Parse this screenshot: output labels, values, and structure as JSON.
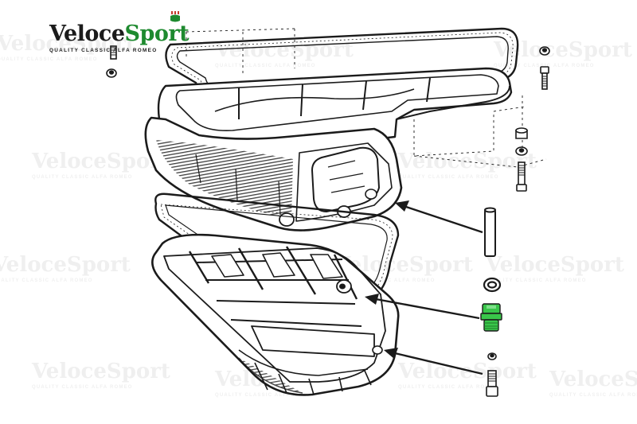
{
  "brand": {
    "name_part1": "Veloce",
    "name_part2": "Sport",
    "tagline": "QUALITY CLASSIC ALFA ROMEO"
  },
  "watermark": {
    "name": "VeloceSport",
    "tagline": "QUALITY CLASSIC ALFA ROMEO"
  },
  "colors": {
    "line": "#1b1b1b",
    "brand_green": "#1e8a2f",
    "highlight_part": "#39c64a",
    "background": "#ffffff"
  },
  "parts": [
    {
      "id": "bolt",
      "icon": "bolt-icon"
    },
    {
      "id": "nut",
      "icon": "nut-icon"
    },
    {
      "id": "lower-gasket",
      "icon": "gasket-icon"
    },
    {
      "id": "dowel-pin",
      "icon": "pin-icon"
    },
    {
      "id": "washer",
      "icon": "washer-icon"
    },
    {
      "id": "drain-plug",
      "icon": "drain-plug-icon",
      "highlighted": true
    },
    {
      "id": "plug-bolt",
      "icon": "bolt-icon"
    }
  ]
}
